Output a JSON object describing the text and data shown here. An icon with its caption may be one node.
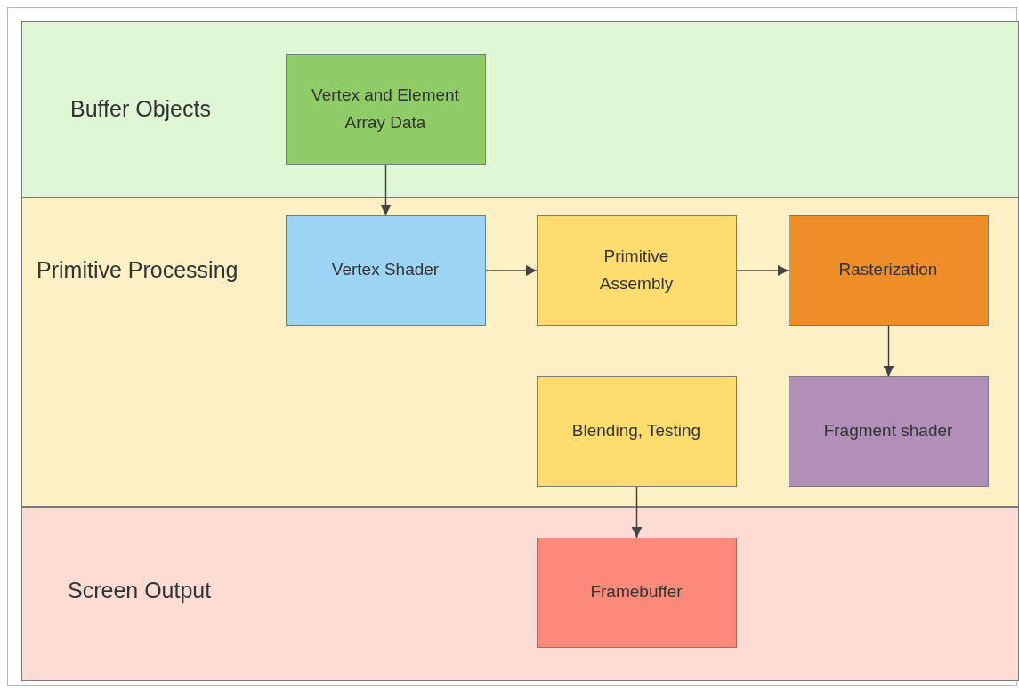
{
  "diagram": {
    "nodes": [
      {
        "text": [
          "Buffer Objects"
        ]
      },
      {
        "text": [
          "Vertex and Element Array Data"
        ],
        "in": 0
      },
      {
        "text": [
          "Primitive Processing"
        ]
      },
      {
        "text": [
          "Vertex Shader"
        ],
        "in": 2
      },
      {
        "text": [
          "Primitive Assembly"
        ],
        "in": 2
      },
      {
        "text": [
          "Rasterization"
        ],
        "in": 2
      },
      {
        "text": [
          "Blending, Testing"
        ],
        "in": 2
      },
      {
        "text": [
          "Fragment shader"
        ],
        "in": 2
      },
      {
        "text": [
          "Screen Output"
        ]
      },
      {
        "text": [
          "Framebuffer"
        ],
        "in": 8
      }
    ],
    "edges": [
      {
        "from": 1,
        "to": 3,
        "arrow": "to"
      },
      {
        "from": 3,
        "to": 4,
        "arrow": "to"
      },
      {
        "from": 4,
        "to": 5,
        "arrow": "to"
      },
      {
        "from": 5,
        "to": 7,
        "arrow": "to"
      },
      {
        "from": 6,
        "to": 9,
        "arrow": "to"
      }
    ]
  }
}
